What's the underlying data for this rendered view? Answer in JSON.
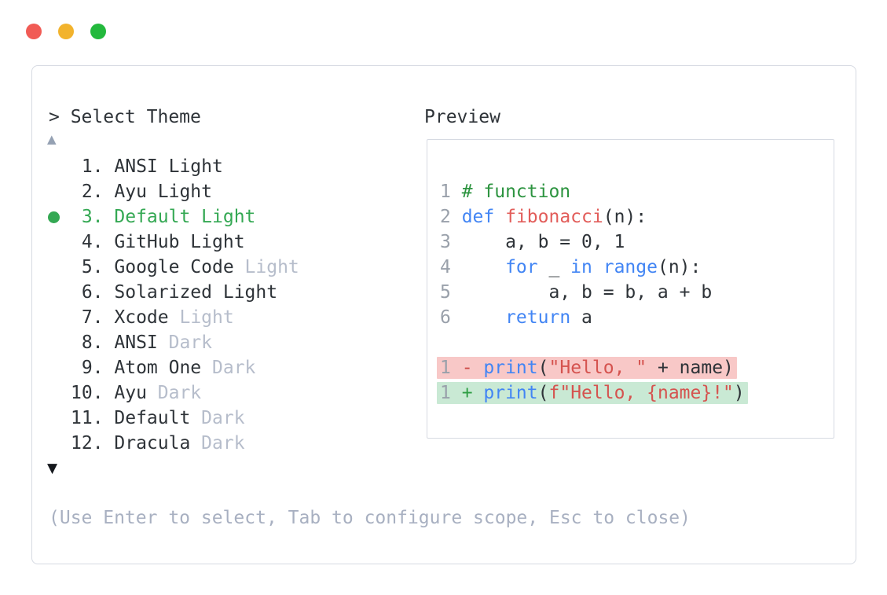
{
  "window": {
    "controls": [
      "close",
      "minimize",
      "maximize"
    ]
  },
  "prompt": {
    "text": "> Select Theme"
  },
  "scroll": {
    "up_symbol": "▲",
    "down_symbol": "▼"
  },
  "theme_list": {
    "items": [
      {
        "num": "1.",
        "selected": false,
        "parts": [
          {
            "text": "ANSI Light",
            "dim": false
          }
        ]
      },
      {
        "num": "2.",
        "selected": false,
        "parts": [
          {
            "text": "Ayu Light",
            "dim": false
          }
        ]
      },
      {
        "num": "3.",
        "selected": true,
        "parts": [
          {
            "text": "Default Light",
            "dim": false
          }
        ]
      },
      {
        "num": "4.",
        "selected": false,
        "parts": [
          {
            "text": "GitHub Light",
            "dim": false
          }
        ]
      },
      {
        "num": "5.",
        "selected": false,
        "parts": [
          {
            "text": "Google Code ",
            "dim": false
          },
          {
            "text": "Light",
            "dim": true
          }
        ]
      },
      {
        "num": "6.",
        "selected": false,
        "parts": [
          {
            "text": "Solarized Light",
            "dim": false
          }
        ]
      },
      {
        "num": "7.",
        "selected": false,
        "parts": [
          {
            "text": "Xcode ",
            "dim": false
          },
          {
            "text": "Light",
            "dim": true
          }
        ]
      },
      {
        "num": "8.",
        "selected": false,
        "parts": [
          {
            "text": "ANSI ",
            "dim": false
          },
          {
            "text": "Dark",
            "dim": true
          }
        ]
      },
      {
        "num": "9.",
        "selected": false,
        "parts": [
          {
            "text": "Atom One ",
            "dim": false
          },
          {
            "text": "Dark",
            "dim": true
          }
        ]
      },
      {
        "num": "10.",
        "selected": false,
        "parts": [
          {
            "text": "Ayu ",
            "dim": false
          },
          {
            "text": "Dark",
            "dim": true
          }
        ]
      },
      {
        "num": "11.",
        "selected": false,
        "parts": [
          {
            "text": "Default ",
            "dim": false
          },
          {
            "text": "Dark",
            "dim": true
          }
        ]
      },
      {
        "num": "12.",
        "selected": false,
        "parts": [
          {
            "text": "Dracula ",
            "dim": false
          },
          {
            "text": "Dark",
            "dim": true
          }
        ]
      }
    ]
  },
  "preview": {
    "title": "Preview",
    "code_lines": [
      {
        "ln": "1",
        "diff": null,
        "tokens": [
          {
            "t": "# function",
            "c": "com"
          }
        ]
      },
      {
        "ln": "2",
        "diff": null,
        "tokens": [
          {
            "t": "def",
            "c": "kw"
          },
          {
            "t": " ",
            "c": "plain"
          },
          {
            "t": "fibonacci",
            "c": "fn"
          },
          {
            "t": "(n):",
            "c": "plain"
          }
        ]
      },
      {
        "ln": "3",
        "diff": null,
        "tokens": [
          {
            "t": "    a, b = 0, 1",
            "c": "plain"
          }
        ]
      },
      {
        "ln": "4",
        "diff": null,
        "tokens": [
          {
            "t": "    ",
            "c": "plain"
          },
          {
            "t": "for",
            "c": "kw"
          },
          {
            "t": " _ ",
            "c": "plain"
          },
          {
            "t": "in",
            "c": "kw"
          },
          {
            "t": " ",
            "c": "plain"
          },
          {
            "t": "range",
            "c": "kw"
          },
          {
            "t": "(n):",
            "c": "plain"
          }
        ]
      },
      {
        "ln": "5",
        "diff": null,
        "tokens": [
          {
            "t": "        a, b = b, a + b",
            "c": "plain"
          }
        ]
      },
      {
        "ln": "6",
        "diff": null,
        "tokens": [
          {
            "t": "    ",
            "c": "plain"
          },
          {
            "t": "return",
            "c": "kw"
          },
          {
            "t": " a",
            "c": "plain"
          }
        ]
      },
      {
        "ln": "",
        "diff": null,
        "tokens": []
      },
      {
        "ln": "1",
        "diff": "removed",
        "tokens": [
          {
            "t": "- ",
            "c": "minus"
          },
          {
            "t": "print",
            "c": "kw"
          },
          {
            "t": "(",
            "c": "plain"
          },
          {
            "t": "\"Hello, \"",
            "c": "str"
          },
          {
            "t": " + name)",
            "c": "plain"
          }
        ]
      },
      {
        "ln": "1",
        "diff": "added",
        "tokens": [
          {
            "t": "+ ",
            "c": "plus"
          },
          {
            "t": "print",
            "c": "kw"
          },
          {
            "t": "(",
            "c": "plain"
          },
          {
            "t": "f\"Hello, {name}!\"",
            "c": "str"
          },
          {
            "t": ")",
            "c": "plain"
          }
        ]
      }
    ]
  },
  "help": {
    "text": "(Use Enter to select, Tab to configure scope, Esc to close)"
  },
  "colors": {
    "text_dark": "#2e3338",
    "dim_gray": "#b6bdcb",
    "accent_green": "#34a853",
    "border_gray": "#d6dae2",
    "arrow_up_gray": "#95a1b3",
    "arrow_down_dark": "#15181d",
    "help_gray": "#a8b0c1",
    "ln_gray": "#99a0aa",
    "comment_green": "#2d9440",
    "kw_blue": "#4285f4",
    "fn_red": "#e25d5a",
    "str_red": "#d5534f",
    "minus_red": "#cc4b47",
    "plus_green": "#2f9e44",
    "removed_bg": "#f8c8c7",
    "added_bg": "#c9e9d4",
    "dot_red": "#f15b55",
    "dot_yellow": "#f2b32d",
    "dot_green": "#23b93d"
  }
}
